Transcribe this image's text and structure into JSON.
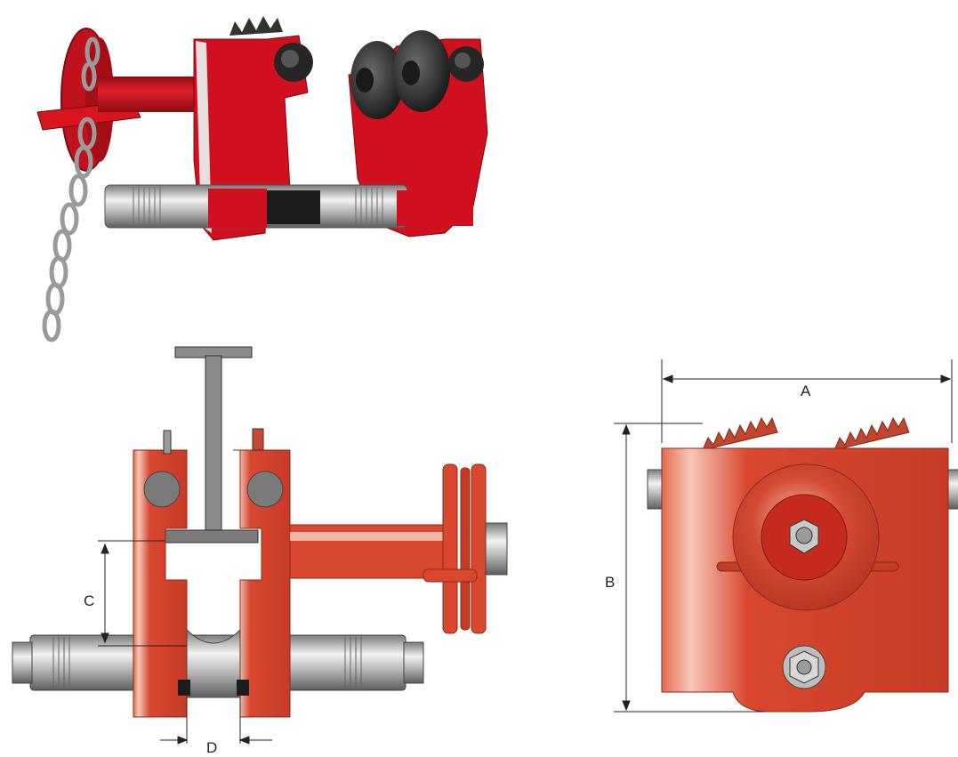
{
  "labels": {
    "A": "A",
    "B": "B",
    "C": "C",
    "D": "D"
  },
  "colors": {
    "photo_red": "#d0101e",
    "drawing_red": "#d9472f",
    "steel": "#b8b8b8",
    "dark_rubber": "#2a2a2a",
    "beam_grey": "#8a8a8a",
    "dimension_line": "#222222"
  },
  "icons": {
    "photo": "geared-trolley-photo",
    "front_view": "front-view-drawing",
    "side_view": "side-view-drawing"
  }
}
